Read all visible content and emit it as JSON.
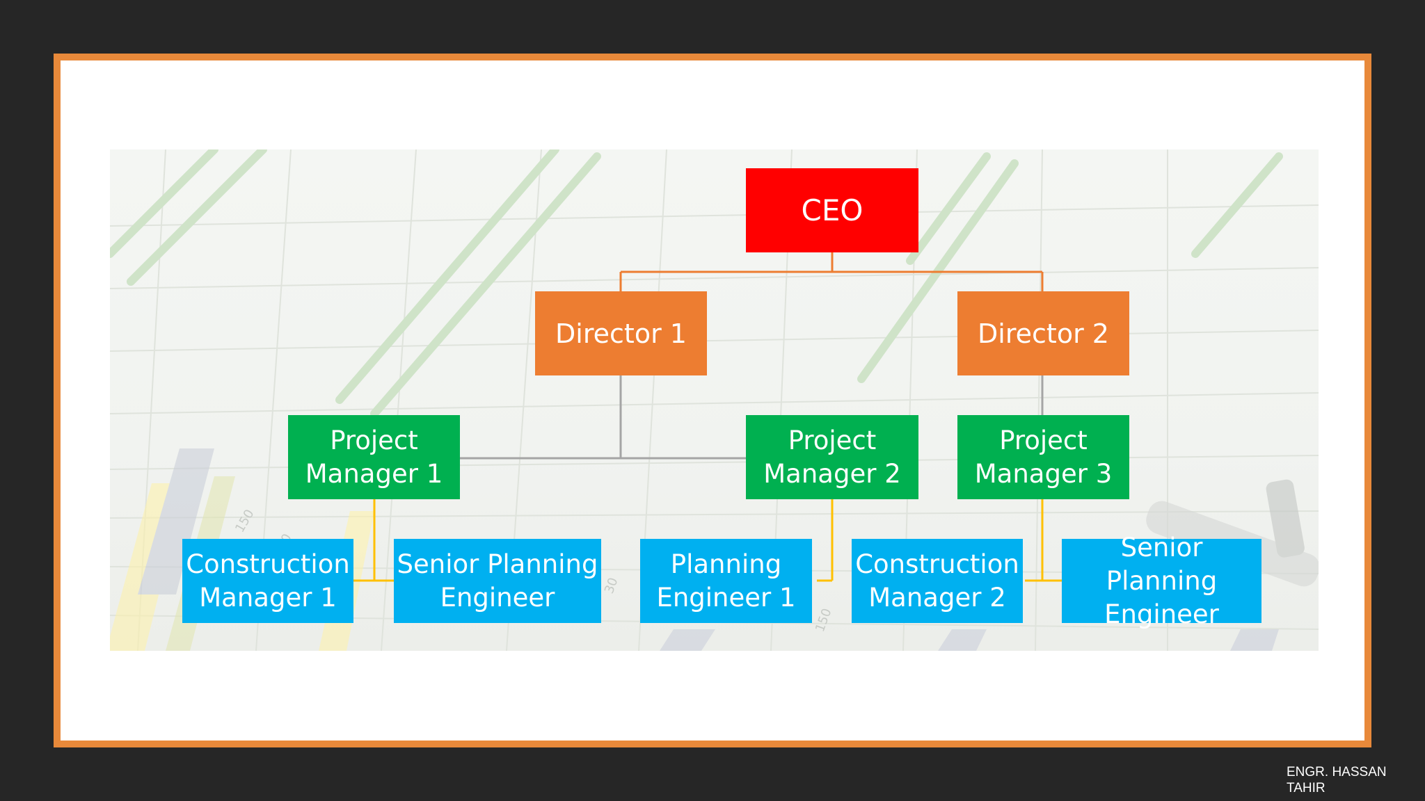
{
  "slide": {
    "footer_author": "ENGR. HASSAN\nTAHIR"
  },
  "org_chart": {
    "ceo": "CEO",
    "director_1": "Director 1",
    "director_2": "Director 2",
    "pm_1": "Project\nManager 1",
    "pm_2": "Project\nManager 2",
    "pm_3": "Project\nManager 3",
    "cm_1": "Construction\nManager 1",
    "spe_1": "Senior Planning\nEngineer",
    "pe_1": "Planning\nEngineer 1",
    "cm_2": "Construction\nManager 2",
    "spe_2": "Senior Planning\nEngineer"
  },
  "colors": {
    "frame_border": "#e8893a",
    "ceo_fill": "#ff0000",
    "director_fill": "#ed7d31",
    "project_manager_fill": "#00b050",
    "staff_fill": "#00b0f0",
    "connector_orange": "#ed7d31",
    "connector_gray": "#a5a5a5",
    "connector_gold": "#ffc000"
  }
}
